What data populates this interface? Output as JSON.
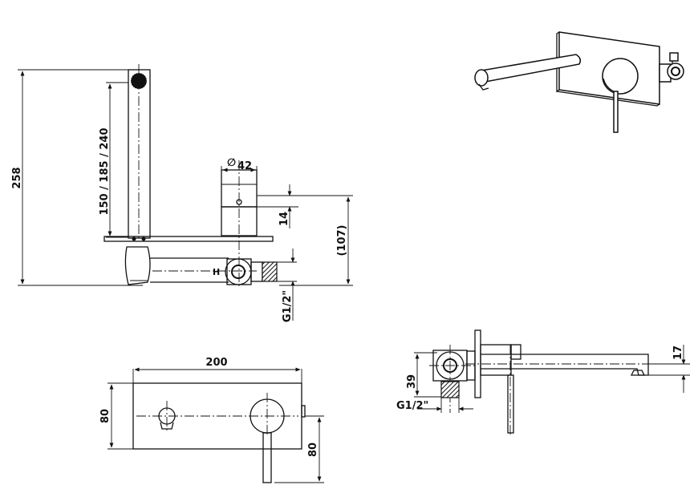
{
  "dimensions": {
    "total_height": "258",
    "spout_heights": "150 / 185 / 240",
    "handle_diameter": "42",
    "diameter_symbol": "∅",
    "handle_offset": "14",
    "inlet_height": "(107)",
    "inlet_thread_front": "G1/2\"",
    "plate_width": "200",
    "plate_height": "80",
    "lever_length": "80",
    "body_depth": "39",
    "inlet_thread_side": "G1/2\"",
    "spout_offset": "17"
  }
}
